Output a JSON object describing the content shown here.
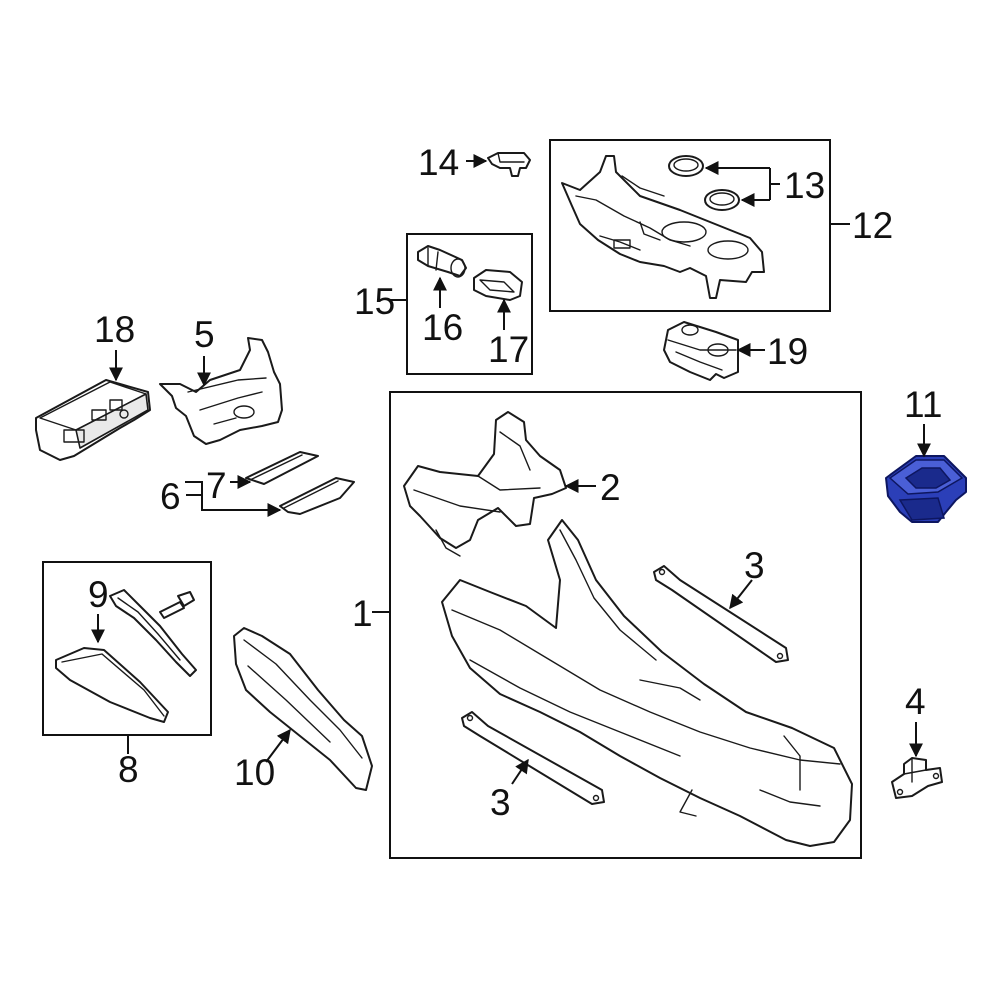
{
  "diagram": {
    "highlight_color": "#2b3fb8",
    "line_color": "#111111",
    "callouts": {
      "c1": "1",
      "c2": "2",
      "c3a": "3",
      "c3b": "3",
      "c4": "4",
      "c5": "5",
      "c6": "6",
      "c7": "7",
      "c8": "8",
      "c9": "9",
      "c10": "10",
      "c11": "11",
      "c12": "12",
      "c13": "13",
      "c14": "14",
      "c15": "15",
      "c16": "16",
      "c17": "17",
      "c18": "18",
      "c19": "19"
    }
  }
}
